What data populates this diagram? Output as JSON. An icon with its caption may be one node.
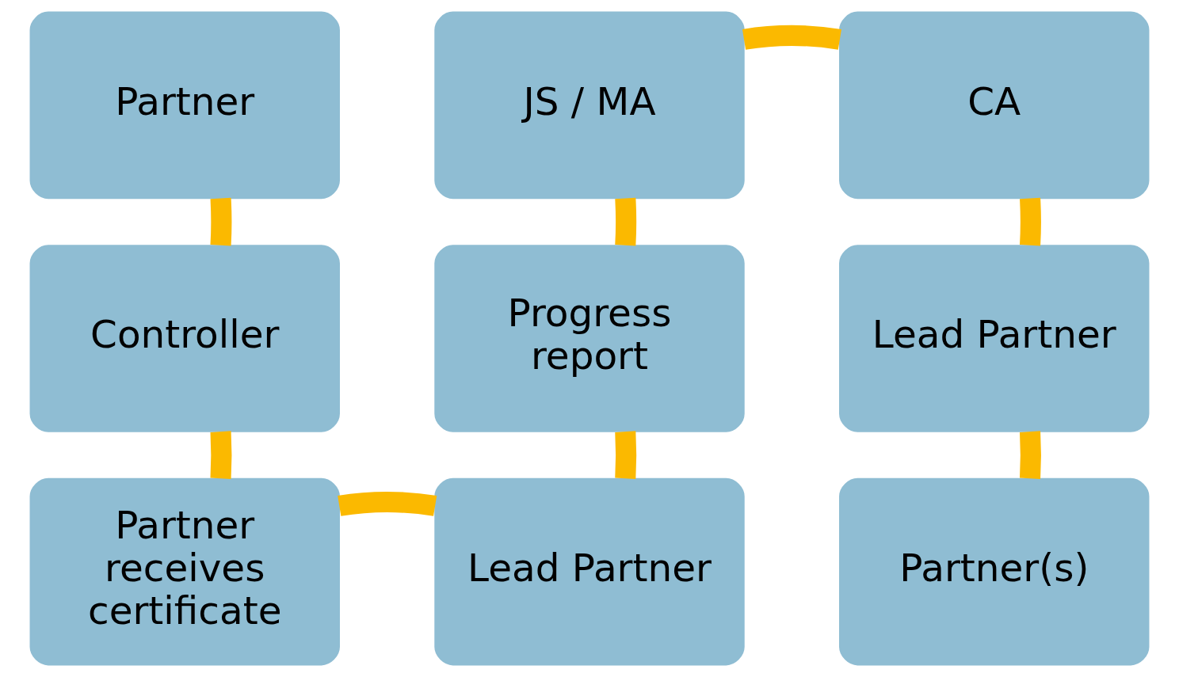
{
  "diagram": {
    "nodes": [
      {
        "text": [
          "Partner"
        ]
      },
      {
        "text": [
          "Controller"
        ]
      },
      {
        "text": [
          "Partner receives certificate"
        ]
      },
      {
        "text": [
          "JS / MA"
        ]
      },
      {
        "text": [
          "Progress report"
        ]
      },
      {
        "text": [
          "Lead Partner"
        ]
      },
      {
        "text": [
          "CA"
        ]
      },
      {
        "text": [
          "Lead Partner"
        ]
      },
      {
        "text": [
          "Partner(s)"
        ]
      }
    ],
    "edges": [
      {
        "from": 0,
        "to": 1,
        "arrow": "none"
      },
      {
        "from": 1,
        "to": 2,
        "arrow": "none"
      },
      {
        "from": 2,
        "to": 5,
        "arrow": "none"
      },
      {
        "from": 5,
        "to": 4,
        "arrow": "none"
      },
      {
        "from": 4,
        "to": 3,
        "arrow": "none"
      },
      {
        "from": 3,
        "to": 6,
        "arrow": "none"
      },
      {
        "from": 6,
        "to": 7,
        "arrow": "none"
      },
      {
        "from": 7,
        "to": 8,
        "arrow": "none"
      }
    ]
  }
}
